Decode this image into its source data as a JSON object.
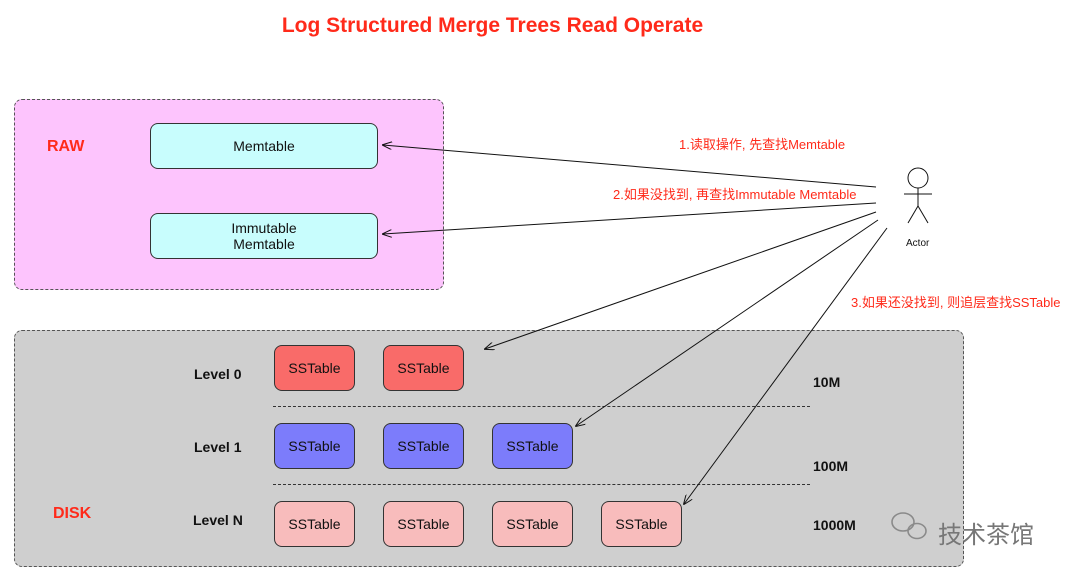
{
  "title": "Log Structured Merge Trees Read Operate",
  "raw": {
    "label": "RAW",
    "memtable": "Memtable",
    "immutable_line1": "Immutable",
    "immutable_line2": "Memtable"
  },
  "disk": {
    "label": "DISK",
    "levels": [
      {
        "label": "Level 0",
        "size": "10M",
        "tables": [
          "SSTable",
          "SSTable"
        ]
      },
      {
        "label": "Level 1",
        "size": "100M",
        "tables": [
          "SSTable",
          "SSTable",
          "SSTable"
        ]
      },
      {
        "label": "Level N",
        "size": "1000M",
        "tables": [
          "SSTable",
          "SSTable",
          "SSTable",
          "SSTable"
        ]
      }
    ]
  },
  "actor": {
    "label": "Actor"
  },
  "notes": {
    "step1": "1.读取操作, 先查找Memtable",
    "step2": "2.如果没找到, 再查找Immutable Memtable",
    "step3": "3.如果还没找到, 则追层查找SSTable"
  },
  "watermark": {
    "text": "技术茶馆",
    "icon": "wechat-icon"
  },
  "colors": {
    "accent": "#ff2a1a",
    "raw_bg": "#fdc4fd",
    "memtable_bg": "#c8fdfd",
    "disk_bg": "#cfcfcf",
    "level0": "#f96b69",
    "level1": "#7c7cfb",
    "levelN": "#f8bcbc"
  }
}
